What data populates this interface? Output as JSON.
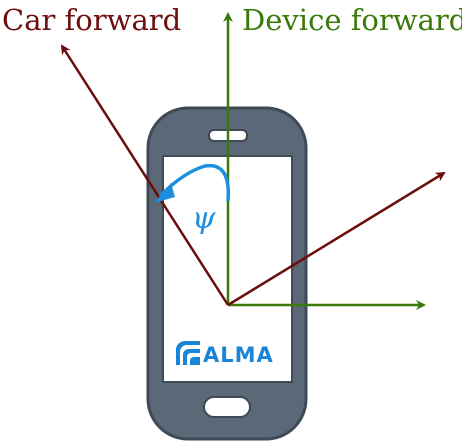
{
  "labels": {
    "car_forward": "Car forward",
    "device_forward": "Device forward",
    "angle": "ψ"
  },
  "logo": {
    "text": "ALMA"
  },
  "colors": {
    "car_axis": "#6b0d0d",
    "device_axis": "#3a7a0a",
    "angle_arc": "#1d8fe0",
    "phone_body": "#5a6878",
    "phone_outline": "#3e4a56",
    "screen": "#ffffff",
    "logo": "#1a84d6"
  }
}
